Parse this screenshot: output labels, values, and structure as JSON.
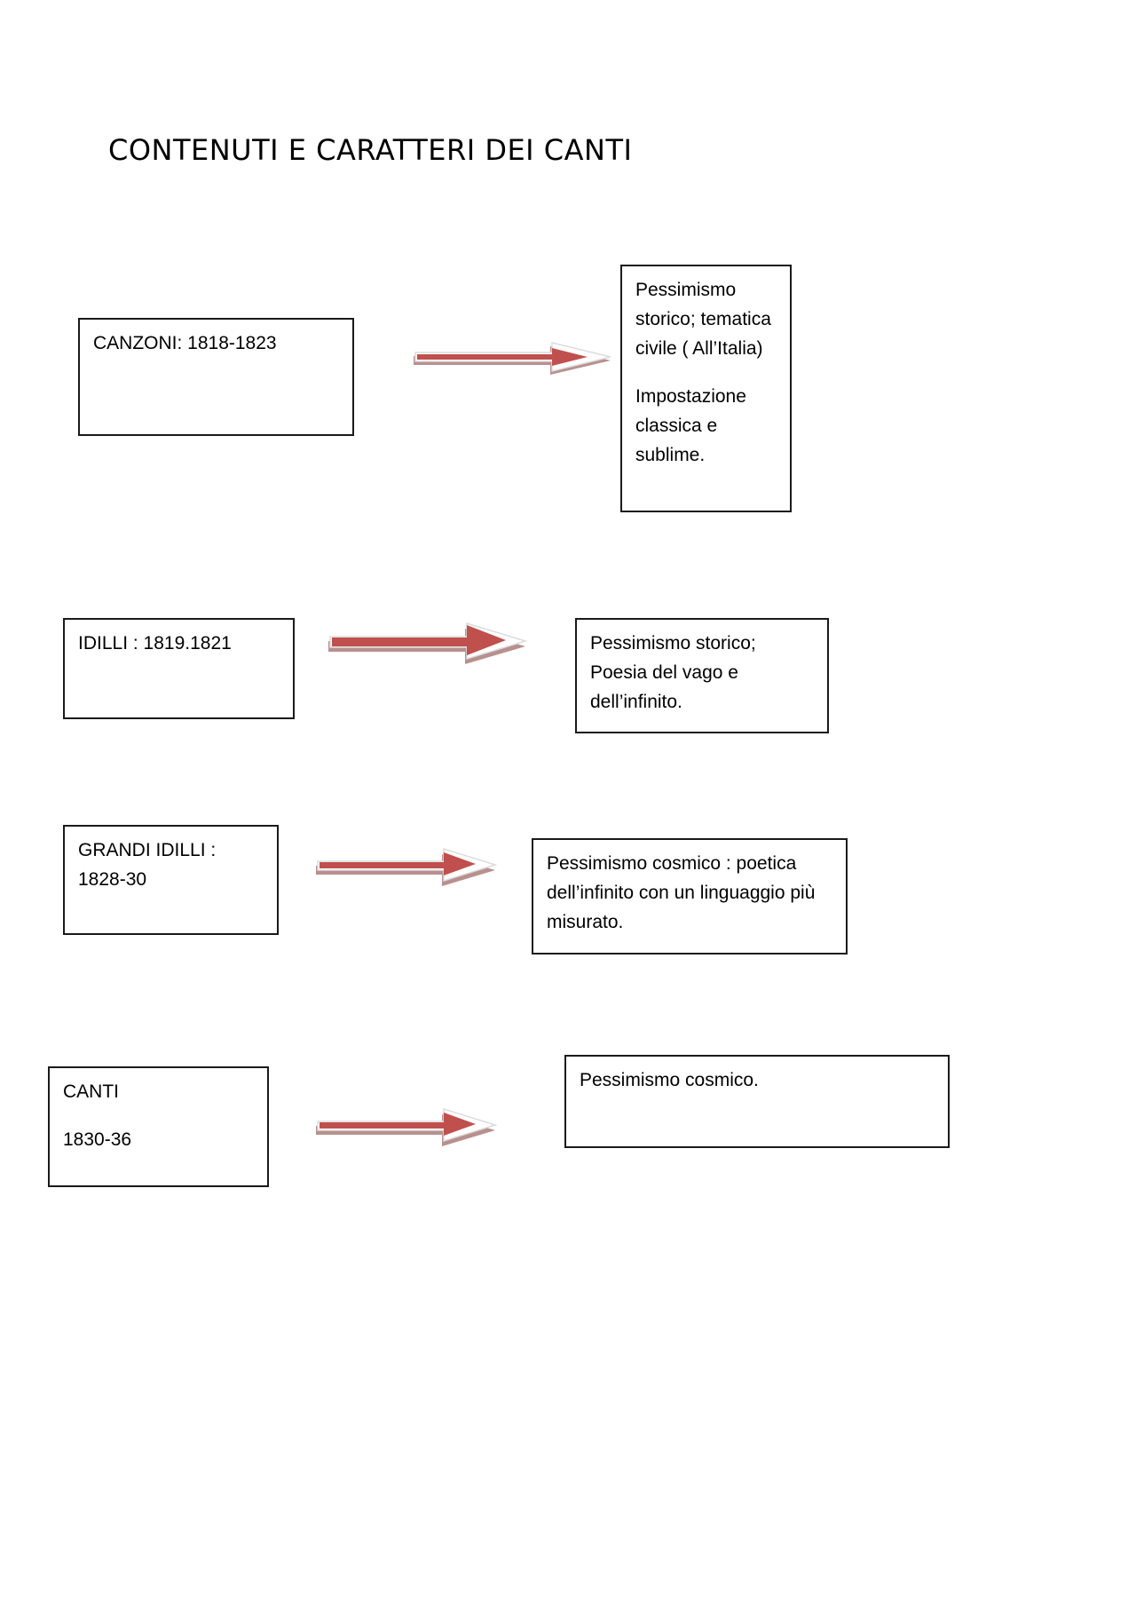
{
  "title": "CONTENUTI E CARATTERI DEI CANTI",
  "colors": {
    "arrow_fill": "#c0504d",
    "arrow_shadow": "#b8908f",
    "box_border": "#1a1a1a"
  },
  "rows": [
    {
      "left": [
        "CANZONI: 1818-1823"
      ],
      "right": [
        "Pessimismo storico; tematica civile ( All’Italia)",
        "Impostazione classica e sublime."
      ]
    },
    {
      "left": [
        "IDILLI : 1819.1821"
      ],
      "right": [
        "Pessimismo storico; Poesia del vago e dell’infinito."
      ]
    },
    {
      "left": [
        "GRANDI IDILLI : 1828-30"
      ],
      "right": [
        "Pessimismo cosmico : poetica dell’infinito con un linguaggio più misurato."
      ]
    },
    {
      "left": [
        "CANTI",
        "1830-36"
      ],
      "right": [
        "Pessimismo cosmico."
      ]
    }
  ]
}
